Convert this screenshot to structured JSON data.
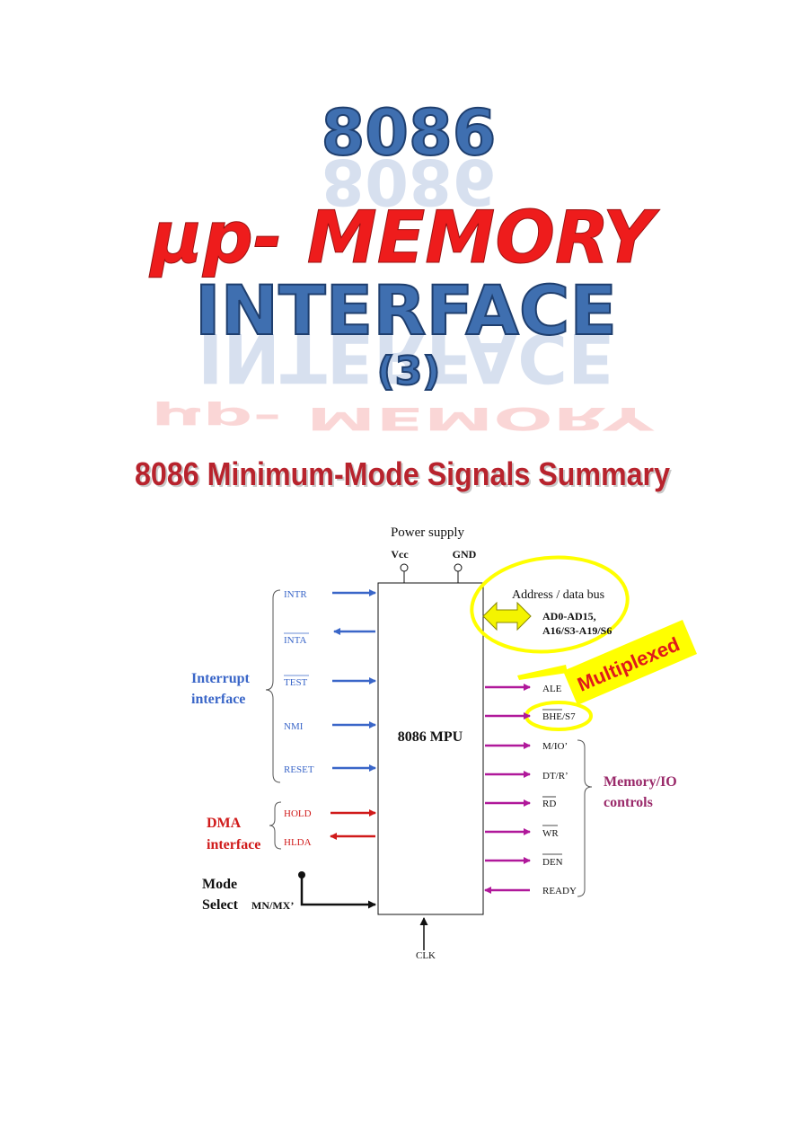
{
  "title": {
    "line1": "8086",
    "line2": "µp-  MEMORY",
    "line3": "INTERFACE",
    "line4": "(3)"
  },
  "section_heading": "8086 Minimum-Mode Signals Summary",
  "diagram": {
    "power_supply_label": "Power supply",
    "vcc_label": "Vcc",
    "gnd_label": "GND",
    "mpu_label": "8086 MPU",
    "address_bus_label": "Address / data bus",
    "address_bus_line1": "AD0-AD15,",
    "address_bus_line2": "A16/S3-A19/S6",
    "multiplexed_label": "Multiplexed",
    "interrupt_group_line1": "Interrupt",
    "interrupt_group_line2": "interface",
    "dma_group_line1": "DMA",
    "dma_group_line2": "interface",
    "mode_group_line1": "Mode",
    "mode_group_line2": "Select",
    "memio_group_line1": "Memory/IO",
    "memio_group_line2": "controls",
    "clk_label": "CLK",
    "mode_pin_label": "MN/MX’",
    "left_pins": [
      {
        "label": "INTR",
        "overline": false,
        "direction": "in",
        "group": "interrupt"
      },
      {
        "label": "INTA",
        "overline": true,
        "direction": "out",
        "group": "interrupt"
      },
      {
        "label": "TEST",
        "overline": true,
        "direction": "in",
        "group": "interrupt"
      },
      {
        "label": "NMI",
        "overline": false,
        "direction": "in",
        "group": "interrupt"
      },
      {
        "label": "RESET",
        "overline": false,
        "direction": "in",
        "group": "interrupt"
      },
      {
        "label": "HOLD",
        "overline": false,
        "direction": "in",
        "group": "dma"
      },
      {
        "label": "HLDA",
        "overline": false,
        "direction": "out",
        "group": "dma"
      }
    ],
    "right_pins": [
      {
        "label": "ALE",
        "overline": false,
        "direction": "out"
      },
      {
        "label": "BHE/S7",
        "overline": true,
        "direction": "out"
      },
      {
        "label": "M/IO’",
        "overline": false,
        "direction": "out"
      },
      {
        "label": "DT/R’",
        "overline": false,
        "direction": "out"
      },
      {
        "label": "RD",
        "overline": true,
        "direction": "out"
      },
      {
        "label": "WR",
        "overline": true,
        "direction": "out"
      },
      {
        "label": "DEN",
        "overline": true,
        "direction": "out"
      },
      {
        "label": "READY",
        "overline": false,
        "direction": "in"
      }
    ]
  },
  "colors": {
    "interrupt": "#3a66c8",
    "dma": "#d01a1a",
    "memio": "#b0189a",
    "memio_text": "#9a2a6a",
    "highlight": "#ffff00",
    "arrow_yellow": "#f4f400"
  }
}
